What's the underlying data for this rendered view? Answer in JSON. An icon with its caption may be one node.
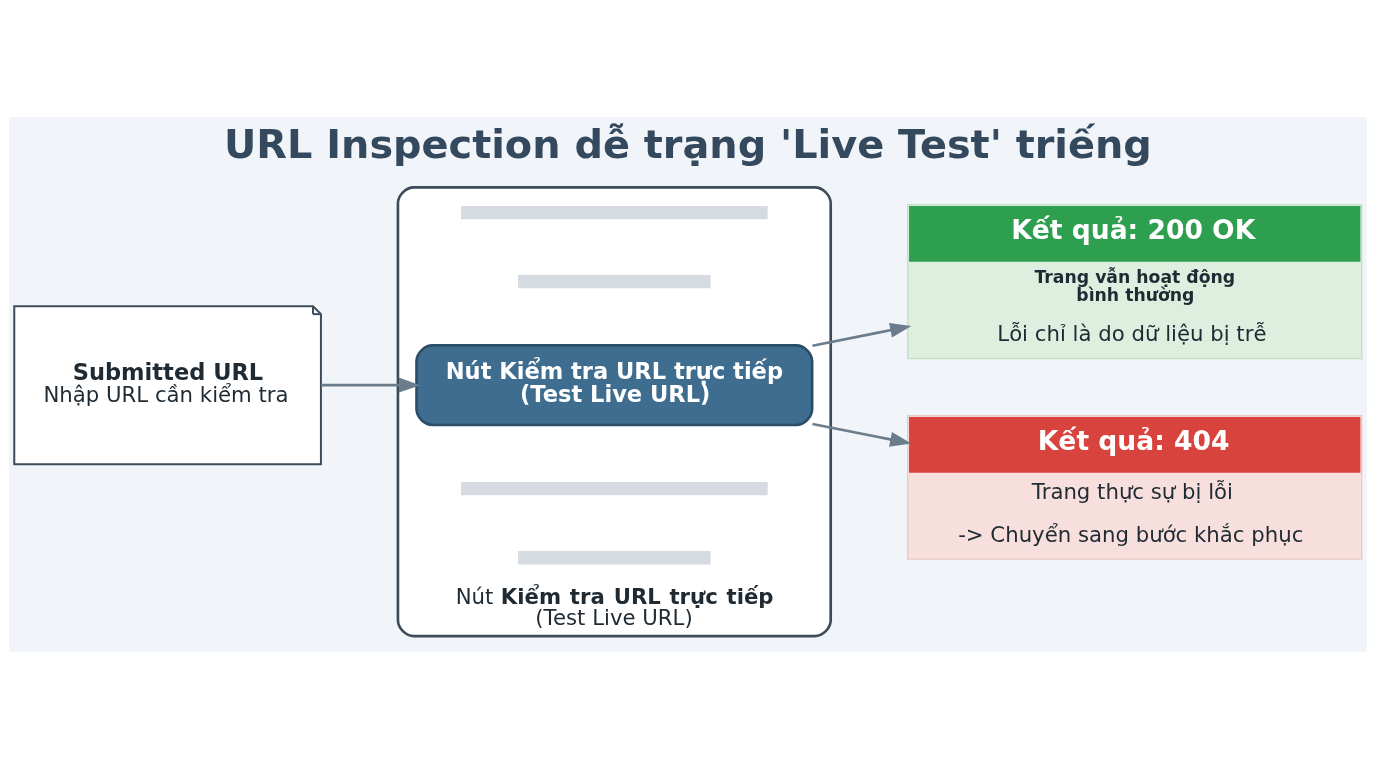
{
  "diagram": {
    "title": "URL Inspection dễ trạng 'Live Test' triếng",
    "nodes": [
      {
        "text": [
          "Submitted URL",
          "Nhập URL cần kiểm tra"
        ]
      },
      {
        "text": [],
        "shape": "picture",
        "beside": [
          "Nút **Kiểm tra URL trực tiếp** (Test Live URL)"
        ]
      },
      {
        "text": [
          "Nút Kiểm tra URL trực tiếp (Test Live URL)"
        ],
        "in": 1
      },
      {
        "text": [
          "Kết quả: 200 OK",
          "Trang vẫn hoạt động bình thường",
          "Lỗi chỉ là do dữ liệu bị trễ"
        ]
      },
      {
        "text": [
          "Kết quả: 404",
          "Trang thực sự bị lỗi",
          "-> Chuyển sang bước khắc phục"
        ]
      }
    ],
    "edges": [
      {
        "from": 0,
        "to": 2,
        "arrow": "to"
      },
      {
        "from": 2,
        "to": 3,
        "arrow": "to"
      },
      {
        "from": 2,
        "to": 4,
        "arrow": "to"
      }
    ]
  }
}
